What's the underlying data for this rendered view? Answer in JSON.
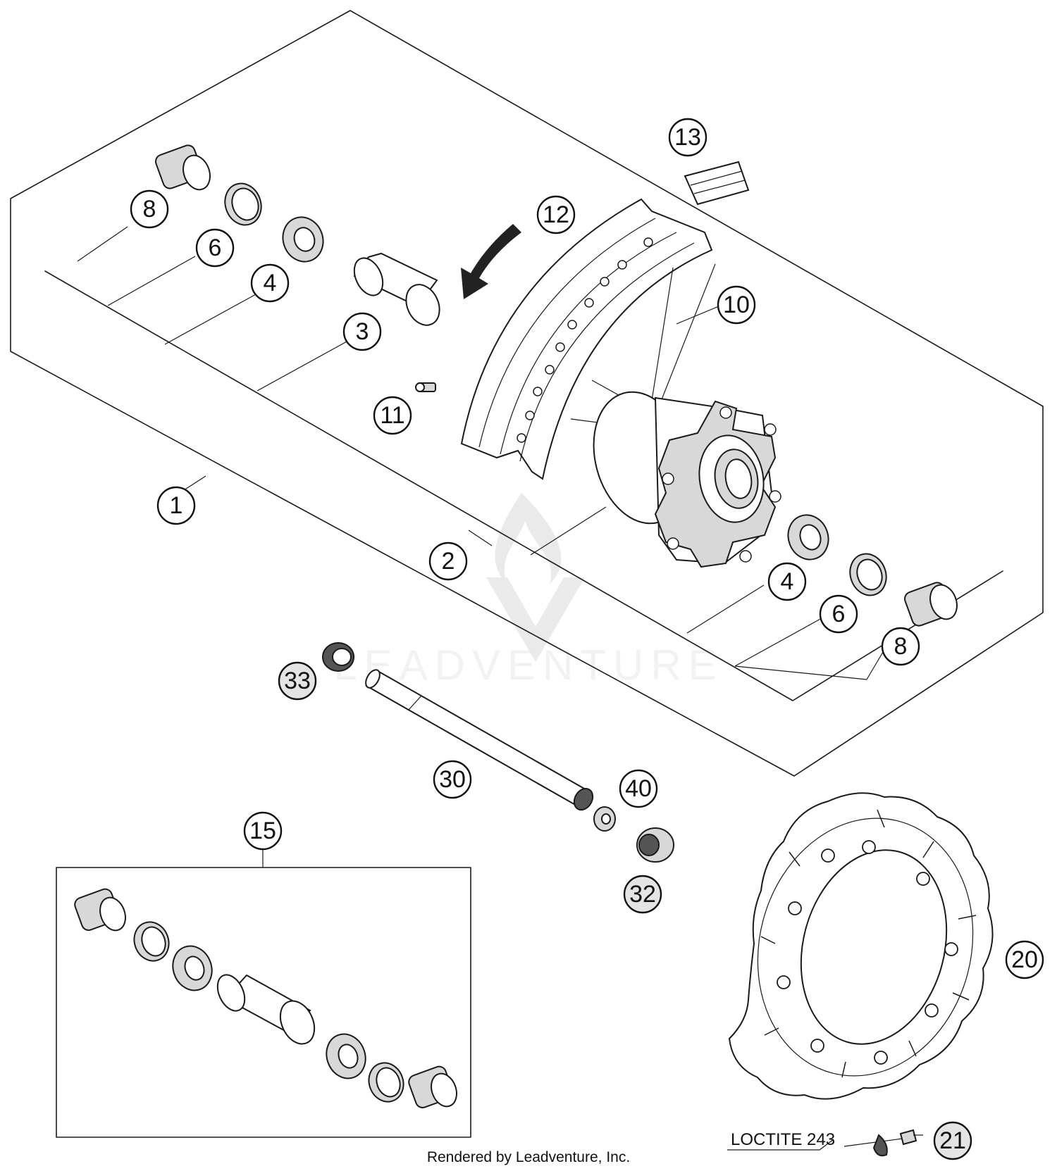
{
  "callouts": {
    "c1": "1",
    "c2": "2",
    "c3": "3",
    "c4a": "4",
    "c4b": "4",
    "c6a": "6",
    "c6b": "6",
    "c8a": "8",
    "c8b": "8",
    "c10": "10",
    "c11": "11",
    "c12": "12",
    "c13": "13",
    "c15": "15",
    "c20": "20",
    "c21": "21",
    "c30": "30",
    "c32": "32",
    "c33": "33",
    "c40": "40"
  },
  "note": "LOCTITE 243",
  "credit": "Rendered by Leadventure, Inc.",
  "watermark": "LEADVENTURE"
}
